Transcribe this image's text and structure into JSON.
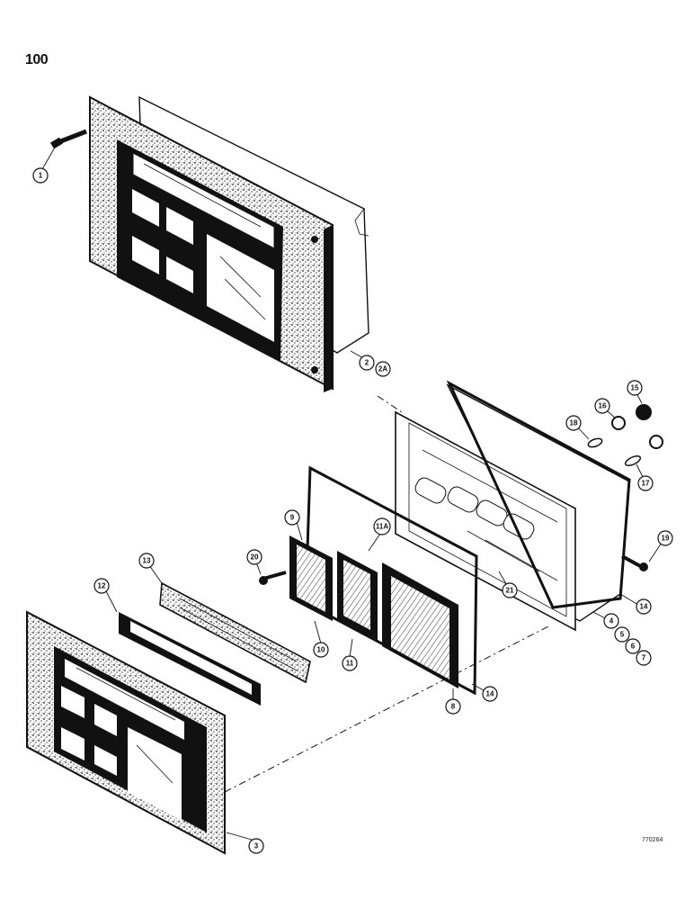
{
  "page": {
    "number": "100",
    "figure_code": "770264"
  },
  "callouts": [
    {
      "label": "1"
    },
    {
      "label": "2"
    },
    {
      "label": "2A"
    },
    {
      "label": "3"
    },
    {
      "label": "4"
    },
    {
      "label": "5"
    },
    {
      "label": "6"
    },
    {
      "label": "7"
    },
    {
      "label": "8"
    },
    {
      "label": "9"
    },
    {
      "label": "10"
    },
    {
      "label": "11"
    },
    {
      "label": "11A"
    },
    {
      "label": "12"
    },
    {
      "label": "13"
    },
    {
      "label": "14"
    },
    {
      "label": "14"
    },
    {
      "label": "15"
    },
    {
      "label": "16"
    },
    {
      "label": "17"
    },
    {
      "label": "18"
    },
    {
      "label": "19"
    },
    {
      "label": "20"
    },
    {
      "label": "21"
    }
  ],
  "colors": {
    "ink": "#111111",
    "speckle": "#9a9a9a",
    "paper": "#ffffff"
  }
}
